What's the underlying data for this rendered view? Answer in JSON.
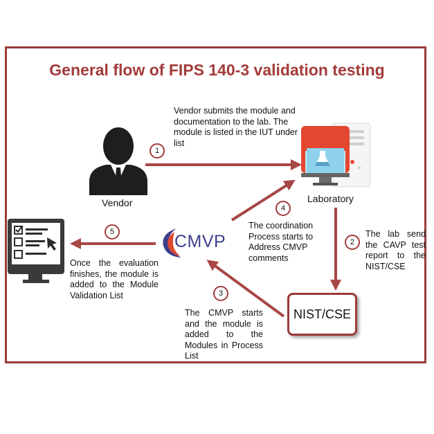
{
  "title": "General flow of FIPS 140-3 validation testing",
  "nodes": {
    "vendor": "Vendor",
    "laboratory": "Laboratory",
    "nist": "NIST/CSE",
    "cmvp": "CMVP"
  },
  "steps": [
    {
      "number": "1",
      "text": "Vendor submits the module and documentation to the lab. The module is listed in the IUT under list"
    },
    {
      "number": "2",
      "text": "The lab send the CAVP test report to the NIST/CSE"
    },
    {
      "number": "3",
      "text": "The CMVP starts and the module is added to the Modules in Process List"
    },
    {
      "number": "4",
      "text": "The coordination Process starts to Address CMVP comments"
    },
    {
      "number": "5",
      "text": "Once the evaluation finishes, the module is added to the Module Validation List"
    }
  ],
  "colors": {
    "accent": "#a33b3b",
    "arrow": "#a84646",
    "cmvp_blue": "#3c3f8c"
  },
  "icons": [
    "vendor-person-icon",
    "laboratory-computer-icon",
    "checklist-monitor-icon",
    "cmvp-logo-icon"
  ]
}
